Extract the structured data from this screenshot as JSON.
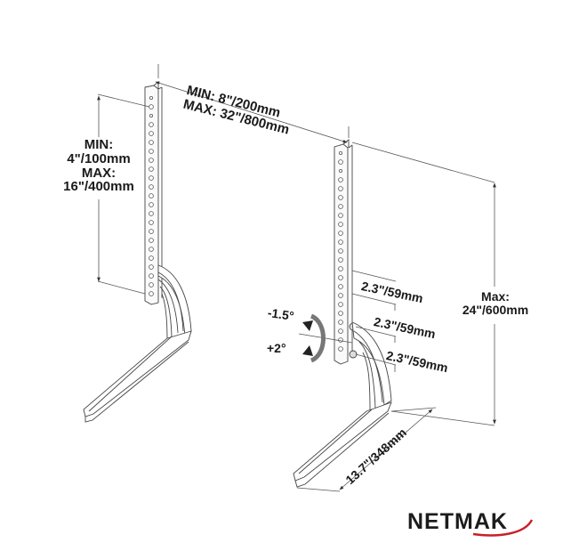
{
  "diagram": {
    "type": "tv-stand-dimension-diagram",
    "brand": "NETMAK",
    "brand_accent_color": "#c8202a",
    "line_color": "#555555",
    "text_color": "#1a1a1a"
  },
  "labels": {
    "post_spacing_min": "MIN: 8\"/200mm",
    "post_spacing_max": "MAX: 32\"/800mm",
    "hole_range_min_title": "MIN:",
    "hole_range_min_value": "4\"/100mm",
    "hole_range_max_title": "MAX:",
    "hole_range_max_value": "16\"/400mm",
    "height_max_title": "Max:",
    "height_max_value": "24\"/600mm",
    "hole_step_1": "2.3\"/59mm",
    "hole_step_2": "2.3\"/59mm",
    "hole_step_3": "2.3\"/59mm",
    "tilt_forward": "-1.5°",
    "tilt_back": "+2°",
    "base_depth": "13.7\"/348mm"
  },
  "logo": {
    "text": "NETMAK"
  }
}
